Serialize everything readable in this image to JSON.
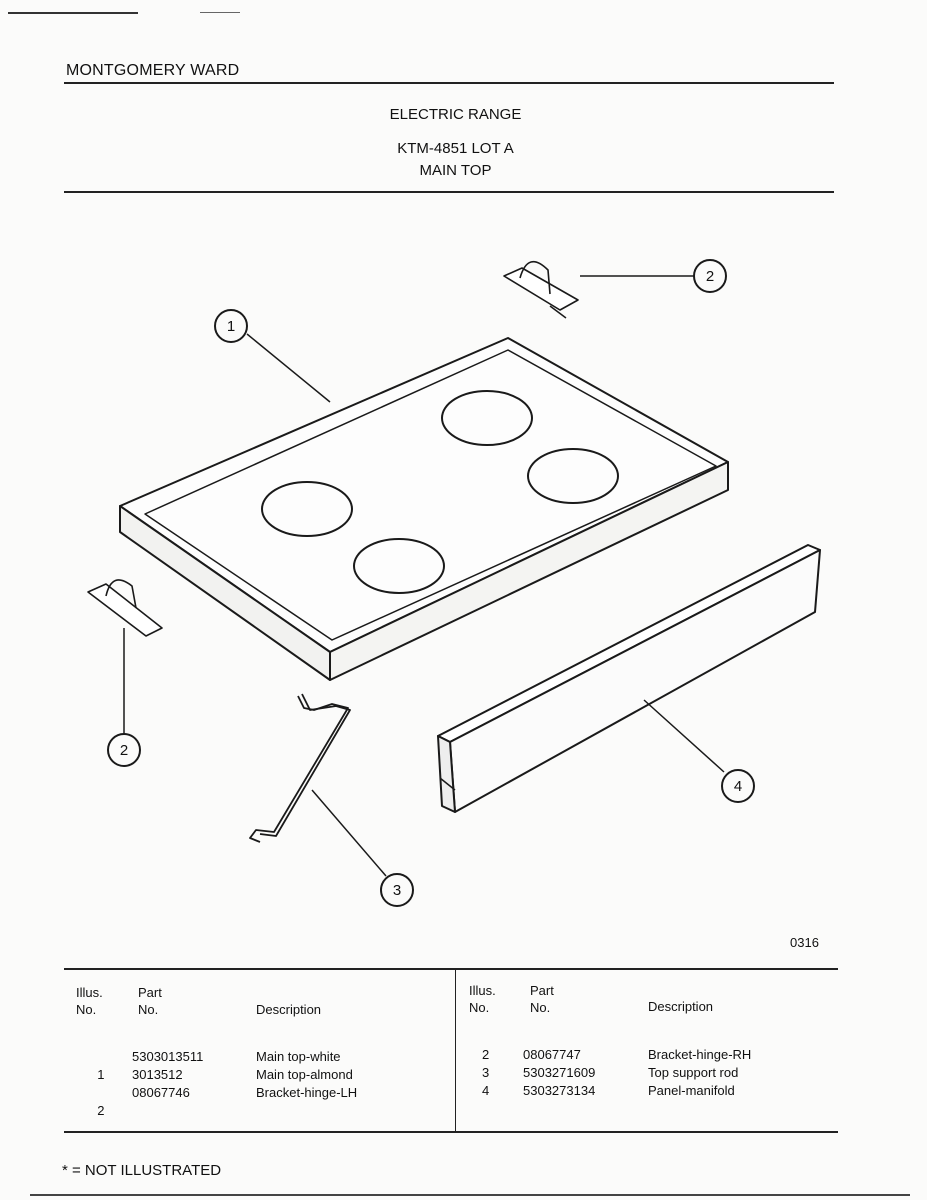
{
  "header": {
    "brand": "MONTGOMERY WARD",
    "product": "ELECTRIC RANGE",
    "model": "KTM-4851 LOT A",
    "section": "MAIN TOP"
  },
  "diagram": {
    "callouts": [
      "1",
      "2",
      "2",
      "3",
      "4"
    ],
    "figure_number": "0316"
  },
  "table": {
    "headers": {
      "illus_line1": "Illus.",
      "illus_line2": "No.",
      "part_line1": "Part",
      "part_line2": "No.",
      "description": "Description"
    },
    "left_rows": [
      {
        "illus": "1",
        "part": "5303013511",
        "description": "Main top-white"
      },
      {
        "illus": "",
        "part": "3013512",
        "description": "Main top-almond"
      },
      {
        "illus": "2",
        "part": "08067746",
        "description": "Bracket-hinge-LH"
      }
    ],
    "right_rows": [
      {
        "illus": "2",
        "part": "08067747",
        "description": "Bracket-hinge-RH"
      },
      {
        "illus": "3",
        "part": "5303271609",
        "description": "Top support rod"
      },
      {
        "illus": "4",
        "part": "5303273134",
        "description": "Panel-manifold"
      }
    ]
  },
  "footnote": "* = NOT ILLUSTRATED"
}
